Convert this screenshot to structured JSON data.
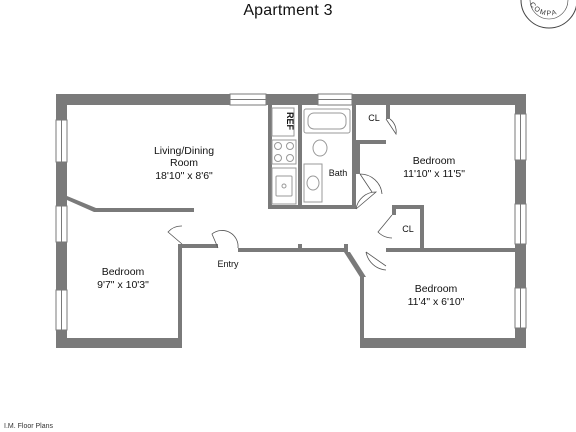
{
  "title": "Apartment 3",
  "rooms": {
    "living": {
      "name_line1": "Living/Dining",
      "name_line2": "Room",
      "size": "18'10\" x 8'6\""
    },
    "bedroom_left": {
      "name": "Bedroom",
      "size": "9'7\" x 10'3\""
    },
    "bedroom_right_top": {
      "name": "Bedroom",
      "size": "11'10\" x 11'5\""
    },
    "bedroom_right_bottom": {
      "name": "Bedroom",
      "size": "11'4\" x 6'10\""
    },
    "bath": {
      "name": "Bath"
    },
    "closet_top": {
      "name": "CL"
    },
    "closet_mid": {
      "name": "CL"
    },
    "entry": {
      "name": "Entry"
    },
    "refrigerator": {
      "name": "REF"
    }
  },
  "stamp": {
    "text": "COMPA"
  },
  "footer": {
    "credit": "I.M. Floor Plans"
  },
  "colors": {
    "wall": "#7a7a7a",
    "fixture": "#999999",
    "background": "#ffffff"
  }
}
